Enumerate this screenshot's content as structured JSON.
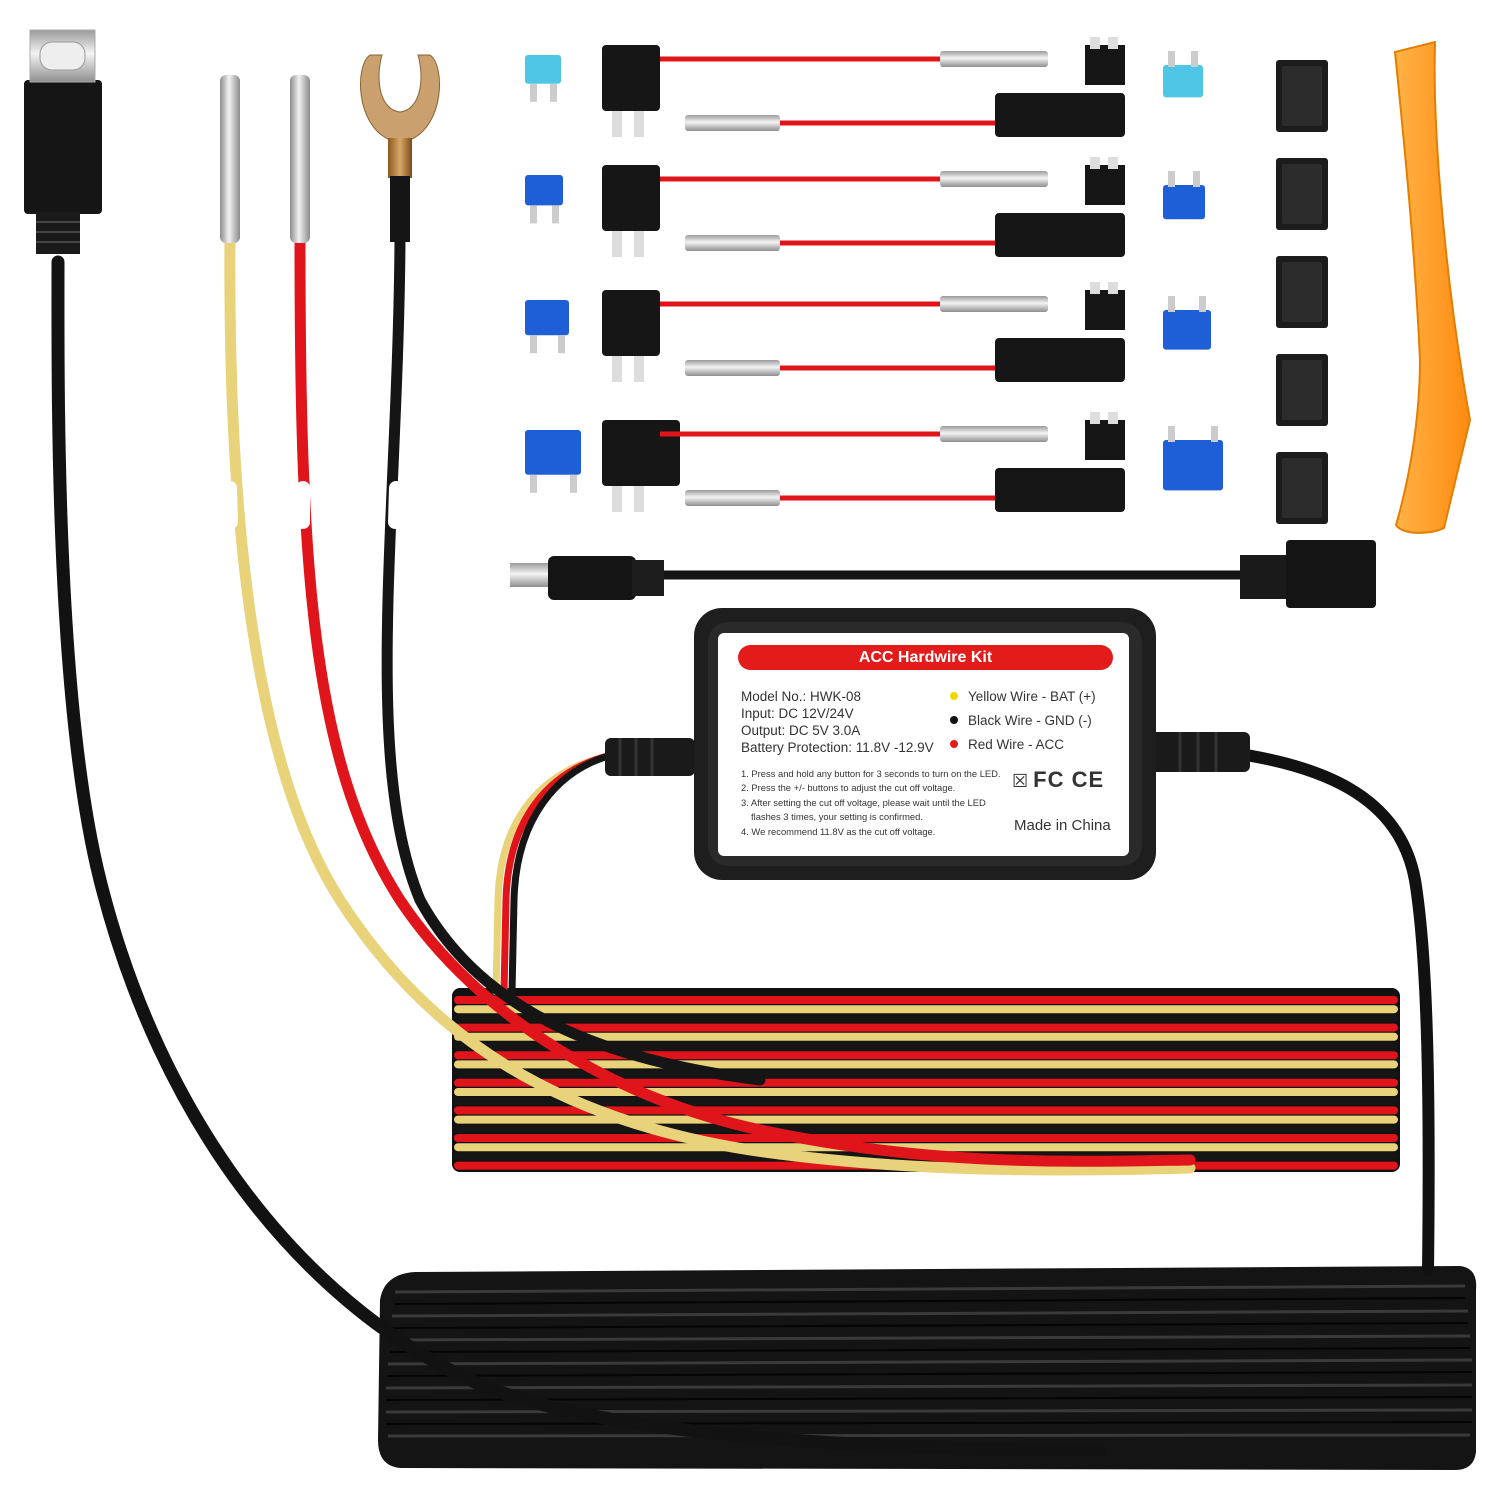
{
  "label": {
    "title": "ACC Hardwire Kit",
    "specs": {
      "model": "Model No.: HWK-08",
      "input": "Input: DC 12V/24V",
      "output": "Output: DC 5V 3.0A",
      "battery": "Battery Protection: 11.8V -12.9V"
    },
    "legend": [
      {
        "text": "Yellow Wire - BAT (+)",
        "color": "#f2d600"
      },
      {
        "text": "Black Wire - GND (-)",
        "color": "#111111"
      },
      {
        "text": "Red Wire - ACC",
        "color": "#e31b1b"
      }
    ],
    "instructions": [
      "1. Press and hold any button for 3 seconds to turn on the LED.",
      "2. Press the +/- buttons to adjust the cut off voltage.",
      "3. After setting the cut off voltage, please wait until the LED",
      "    flashes 3 times, your setting is confirmed.",
      "4. We recommend 11.8V as the cut off voltage."
    ],
    "cert_marks": "FC CE",
    "made_in": "Made in China"
  },
  "colors": {
    "wire_red": "#e0141b",
    "wire_yellow": "#e8d27a",
    "wire_black": "#151515",
    "fuse_light_blue": "#4ec6e6",
    "fuse_blue": "#1e5fd8",
    "pry_tool_orange": "#ff9a1f"
  },
  "icons": [
    "usb-c-plug-icon",
    "mini-usb-plug-icon",
    "fork-terminal-icon",
    "butt-connector-icon",
    "fuse-tap-icon",
    "blade-fuse-icon",
    "cable-clip-icon",
    "pry-tool-icon"
  ]
}
